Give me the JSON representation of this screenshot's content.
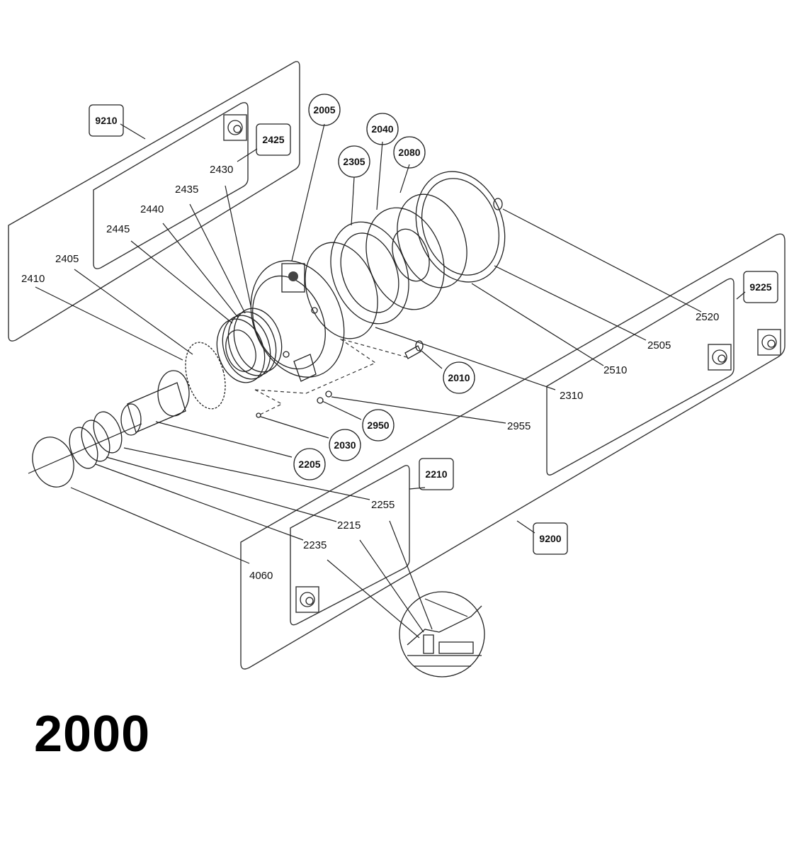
{
  "assembly_number": "2000",
  "callouts_circled": [
    "2005",
    "2040",
    "2080",
    "2305",
    "2010",
    "2950",
    "2030",
    "2205"
  ],
  "callouts_boxed": [
    "9210",
    "2425",
    "9225",
    "2210",
    "9200"
  ],
  "callouts_plain": [
    "2430",
    "2435",
    "2440",
    "2445",
    "2405",
    "2410",
    "2520",
    "2505",
    "2510",
    "2310",
    "2955",
    "2255",
    "2215",
    "2235",
    "4060"
  ]
}
